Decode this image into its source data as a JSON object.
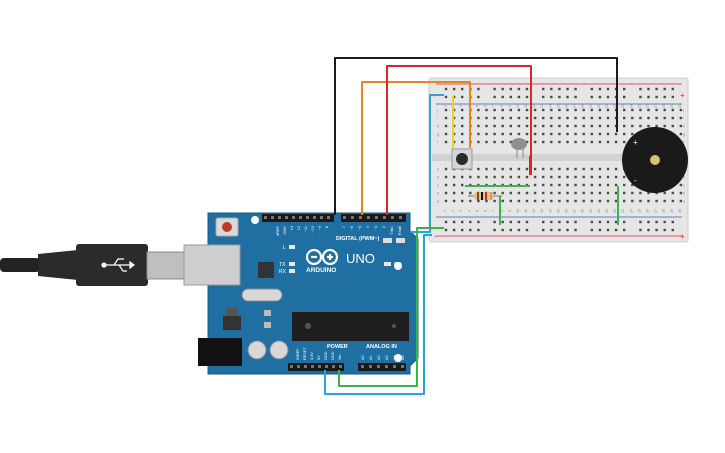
{
  "board": {
    "logo_text": "ARDUINO",
    "model": "UNO",
    "digital_label": "DIGITAL (PWM~)",
    "aref": "AREF",
    "gnd": "GND",
    "pins_digital": [
      "13",
      "12",
      "~11",
      "~10",
      "~9",
      "8",
      "7",
      "~6",
      "~5",
      "4",
      "~3",
      "2",
      "TX▸1",
      "RX◂0"
    ],
    "power_label": "POWER",
    "analog_label": "ANALOG IN",
    "pins_power": [
      "IOREF",
      "RESET",
      "3.3V",
      "5V",
      "GND",
      "GND",
      "Vin"
    ],
    "pins_analog": [
      "A0",
      "A1",
      "A2",
      "A3",
      "A4",
      "A5"
    ],
    "led_l": "L",
    "led_tx": "TX",
    "led_rx": "RX",
    "led_on": "ON"
  },
  "breadboard": {
    "col_numbers": [
      "1",
      "2",
      "3",
      "4",
      "5",
      "6",
      "7",
      "8",
      "9",
      "10",
      "11",
      "12",
      "13",
      "14",
      "15",
      "16",
      "17",
      "18",
      "19",
      "20",
      "21",
      "22",
      "23",
      "24",
      "25",
      "26",
      "27",
      "28",
      "29",
      "30"
    ],
    "rows_top": [
      "j",
      "i",
      "h",
      "g",
      "f"
    ],
    "rows_bottom": [
      "e",
      "d",
      "c",
      "b",
      "a"
    ],
    "rail_plus": "+",
    "rail_minus": "-"
  },
  "components": {
    "buzzer_plus": "+",
    "buzzer_minus": "-"
  },
  "colors": {
    "board": "#1f6fa3",
    "board_edge": "#155882",
    "breadboard": "#e6e6e6",
    "wire_black": "#1a1a1a",
    "wire_orange": "#e8861a",
    "wire_red": "#d9262b",
    "wire_blue": "#2aa3d8",
    "wire_green": "#3ab44a",
    "wire_yellow": "#e8d32a"
  }
}
